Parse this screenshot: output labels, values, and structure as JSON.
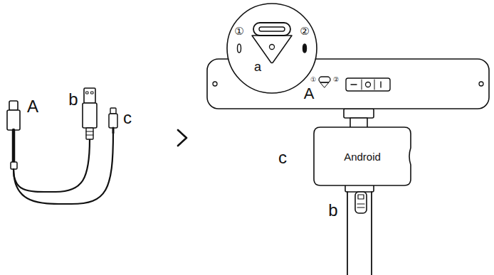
{
  "diagram": {
    "nodes": [
      {
        "text": [
          "①",
          "②",
          "a"
        ]
      },
      {
        "text": [
          "①",
          "②",
          "A"
        ]
      },
      {
        "text": [
          "Android"
        ]
      }
    ],
    "labels": [
      "A",
      "b",
      "c",
      "c",
      "b"
    ]
  }
}
